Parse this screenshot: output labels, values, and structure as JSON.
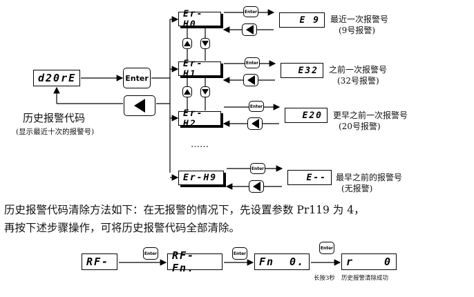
{
  "main_display": "d20rE",
  "main_label": "历史报警代码",
  "main_sublabel": "(显示最近十次的报警号)",
  "enter_label": "Enter",
  "entries": [
    {
      "code": "Er-H0",
      "value": "E 9",
      "desc": "最近一次报警号",
      "sub": "(9号报警)"
    },
    {
      "code": "Er-H1",
      "value": "E32",
      "desc": "之前一次报警号",
      "sub": "(32号报警)"
    },
    {
      "code": "Er-H2",
      "value": "E20",
      "desc": "更早之前一次报警号",
      "sub": "(20号报警)"
    },
    {
      "code": "Er-H9",
      "value": "E--",
      "desc": "最早之前的报警号",
      "sub": "(无报警)"
    }
  ],
  "ellipsis": "……",
  "paragraph": {
    "line1": "历史报警代码清除方法如下：在无报警的情况下，先设置参数 Pr119 为 4，",
    "line2": "再按下述步骤操作，可将历史报警代码全部清除。"
  },
  "steps": {
    "s1": "RF-",
    "s2": "RF-Fn.",
    "s3_left": "Fn",
    "s3_right": "0.",
    "s4_left": "r",
    "s4_right": "0",
    "hold_note": "长按3秒",
    "success_note": "历史报警清除成功"
  }
}
